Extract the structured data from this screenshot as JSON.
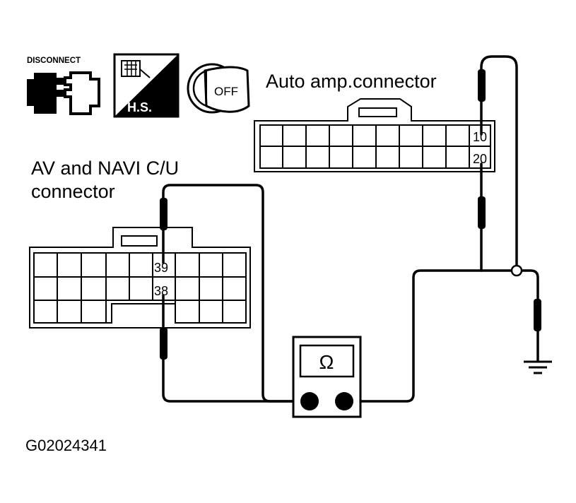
{
  "icons": {
    "disconnect_label": "DISCONNECT",
    "hs_label": "H.S.",
    "ignition_label": "OFF"
  },
  "connectors": {
    "auto_amp": {
      "title": "Auto amp.connector",
      "pin_top": "10",
      "pin_bottom": "20"
    },
    "av_navi": {
      "title_line1": "AV and NAVI C/U",
      "title_line2": "connector",
      "pin_top": "39",
      "pin_bottom": "38"
    }
  },
  "meter": {
    "symbol": "Ω"
  },
  "ground_icon": "ground-symbol",
  "figure_code": "G02024341"
}
